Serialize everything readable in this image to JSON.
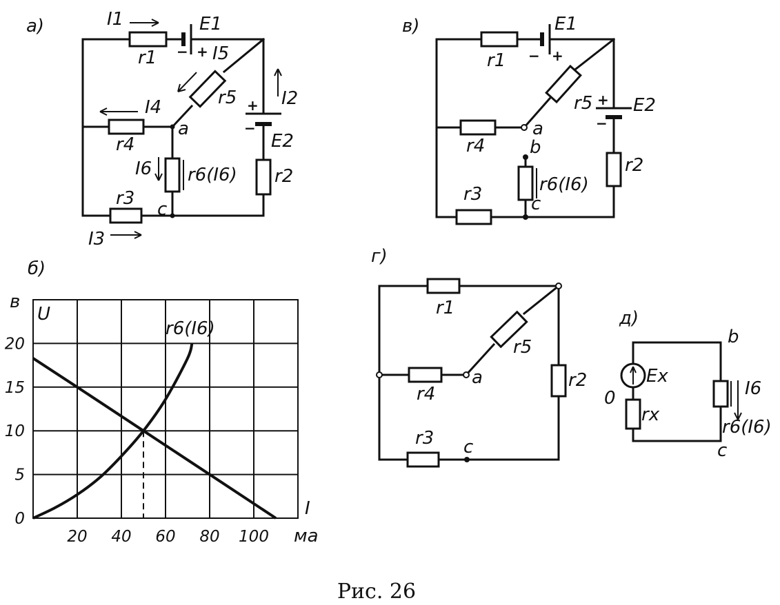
{
  "caption": "Рис. 26",
  "panels": {
    "a": {
      "label": "а)",
      "resistors": [
        "r1",
        "r5",
        "r4",
        "r6(I6)",
        "r3",
        "r2"
      ],
      "sources": [
        "E1",
        "E2"
      ],
      "currents": [
        "I1",
        "I5",
        "I2",
        "I4",
        "I6",
        "I3"
      ],
      "nodes": [
        "a",
        "c"
      ]
    },
    "v": {
      "label": "в)",
      "resistors": [
        "r1",
        "r5",
        "r4",
        "r6(I6)",
        "r3",
        "r2"
      ],
      "sources": [
        "E1",
        "E2"
      ],
      "nodes": [
        "a",
        "b",
        "c"
      ]
    },
    "g": {
      "label": "г)",
      "resistors": [
        "r1",
        "r5",
        "r4",
        "r3",
        "r2"
      ],
      "nodes": [
        "a",
        "c"
      ]
    },
    "d": {
      "label": "д)",
      "source": "Ex",
      "resistor": "rx",
      "load": "r6(I6)",
      "current": "I6",
      "nodes": [
        "0",
        "b",
        "c"
      ]
    }
  },
  "chart_data": {
    "panel_label": "б)",
    "type": "line",
    "y_unit": "в",
    "ylabel": "U",
    "xlabel": "I",
    "x_unit": "ма",
    "xlim": [
      0,
      120
    ],
    "ylim": [
      0,
      25
    ],
    "x_ticks": [
      20,
      40,
      60,
      80,
      100
    ],
    "y_ticks": [
      0,
      5,
      10,
      15,
      20
    ],
    "grid": true,
    "series": [
      {
        "kind": "straight",
        "x": [
          0,
          20,
          50,
          80,
          110
        ],
        "y": [
          18.3,
          15,
          10,
          5,
          0
        ]
      },
      {
        "name": "r6(I6)",
        "kind": "curve",
        "x": [
          0,
          10,
          20,
          30,
          40,
          50,
          60,
          70,
          72
        ],
        "y": [
          0,
          1.2,
          2.7,
          4.6,
          7.1,
          10,
          13.6,
          18.3,
          20
        ]
      }
    ],
    "operating_point": {
      "x": 50,
      "y": 10
    }
  }
}
